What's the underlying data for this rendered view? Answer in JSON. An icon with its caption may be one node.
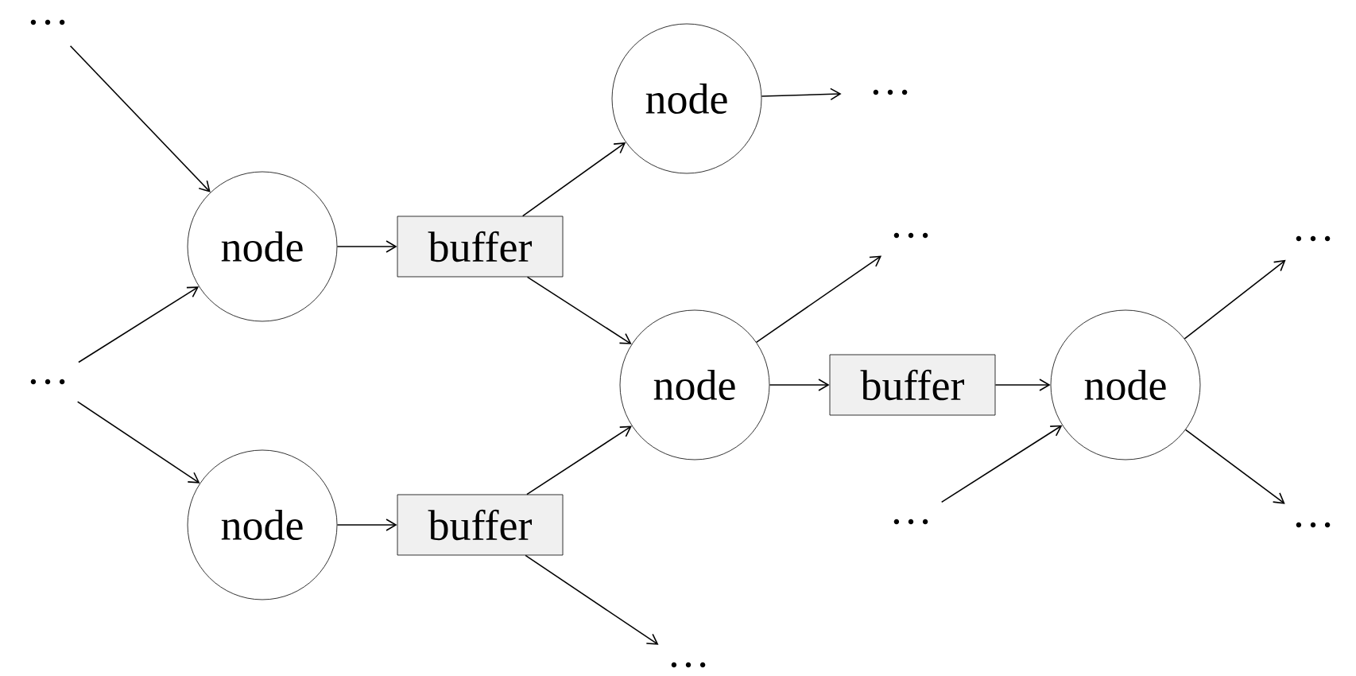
{
  "diagram": {
    "nodes": [
      {
        "text": [
          "…"
        ]
      },
      {
        "text": [
          "…"
        ]
      },
      {
        "text": [
          "node"
        ]
      },
      {
        "text": [
          "buffer"
        ]
      },
      {
        "text": [
          "node"
        ]
      },
      {
        "text": [
          "…"
        ]
      },
      {
        "text": [
          "…"
        ]
      },
      {
        "text": [
          "node"
        ]
      },
      {
        "text": [
          "buffer"
        ]
      },
      {
        "text": [
          "node"
        ]
      },
      {
        "text": [
          "…"
        ]
      },
      {
        "text": [
          "…"
        ]
      },
      {
        "text": [
          "node"
        ]
      },
      {
        "text": [
          "buffer"
        ]
      },
      {
        "text": [
          "…"
        ]
      },
      {
        "text": [
          "…"
        ]
      }
    ],
    "edges": [
      {
        "from": 0,
        "to": 2,
        "arrow": "to"
      },
      {
        "from": 1,
        "to": 2,
        "arrow": "to"
      },
      {
        "from": 1,
        "to": 12,
        "arrow": "to"
      },
      {
        "from": 2,
        "to": 3,
        "arrow": "to"
      },
      {
        "from": 3,
        "to": 4,
        "arrow": "to"
      },
      {
        "from": 3,
        "to": 7,
        "arrow": "to"
      },
      {
        "from": 4,
        "to": 5,
        "arrow": "to"
      },
      {
        "from": 7,
        "to": 6,
        "arrow": "to"
      },
      {
        "from": 7,
        "to": 8,
        "arrow": "to"
      },
      {
        "from": 8,
        "to": 9,
        "arrow": "to"
      },
      {
        "from": 9,
        "to": 10,
        "arrow": "to"
      },
      {
        "from": 9,
        "to": 11,
        "arrow": "to"
      },
      {
        "from": 12,
        "to": 13,
        "arrow": "to"
      },
      {
        "from": 13,
        "to": 7,
        "arrow": "to"
      },
      {
        "from": 13,
        "to": 15,
        "arrow": "to"
      },
      {
        "from": 14,
        "to": 9,
        "arrow": "to"
      }
    ]
  }
}
